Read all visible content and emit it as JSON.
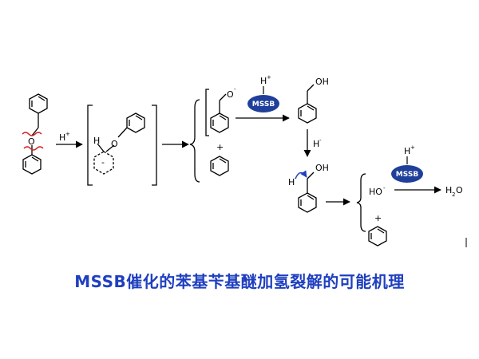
{
  "scheme": {
    "h_plus": "H",
    "plus_sign": "+",
    "o_label": "O",
    "oh_label": "OH",
    "o_minus": "O",
    "h_label": "H",
    "ho_minus": "HO",
    "minus_sign": "-",
    "catalyst": "MSSB",
    "water_h": "H",
    "water_sub": "2",
    "water_o": "O"
  },
  "caption": "MSSB催化的苯基苄基醚加氢裂解的可能机理",
  "colors": {
    "catalyst_oval": "#1f3f9a",
    "caption": "#1f3fbf",
    "bond_cleavage": "#d62020",
    "curved_arrow": "#2040c0"
  }
}
